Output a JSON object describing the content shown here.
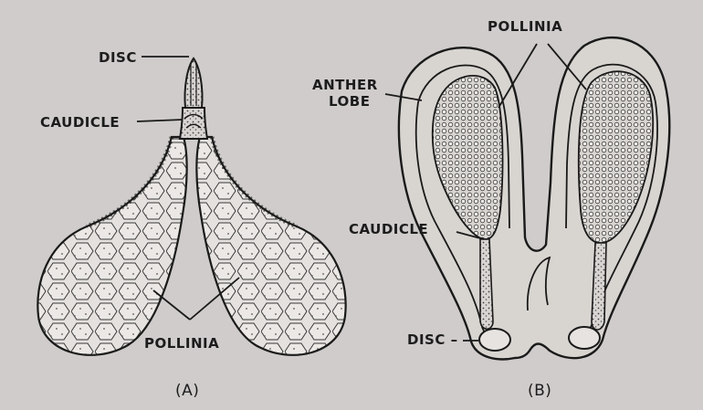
{
  "figure_a": {
    "caption": "(A)",
    "labels": {
      "disc": "DISC",
      "caudicle": "CAUDICLE",
      "pollinia": "POLLINIA"
    }
  },
  "figure_b": {
    "caption": "(B)",
    "labels": {
      "pollinia": "POLLINIA",
      "anther_lobe_line1": "ANTHER",
      "anther_lobe_line2": "LOBE",
      "caudicle": "CAUDICLE",
      "disc": "DISC –"
    }
  }
}
